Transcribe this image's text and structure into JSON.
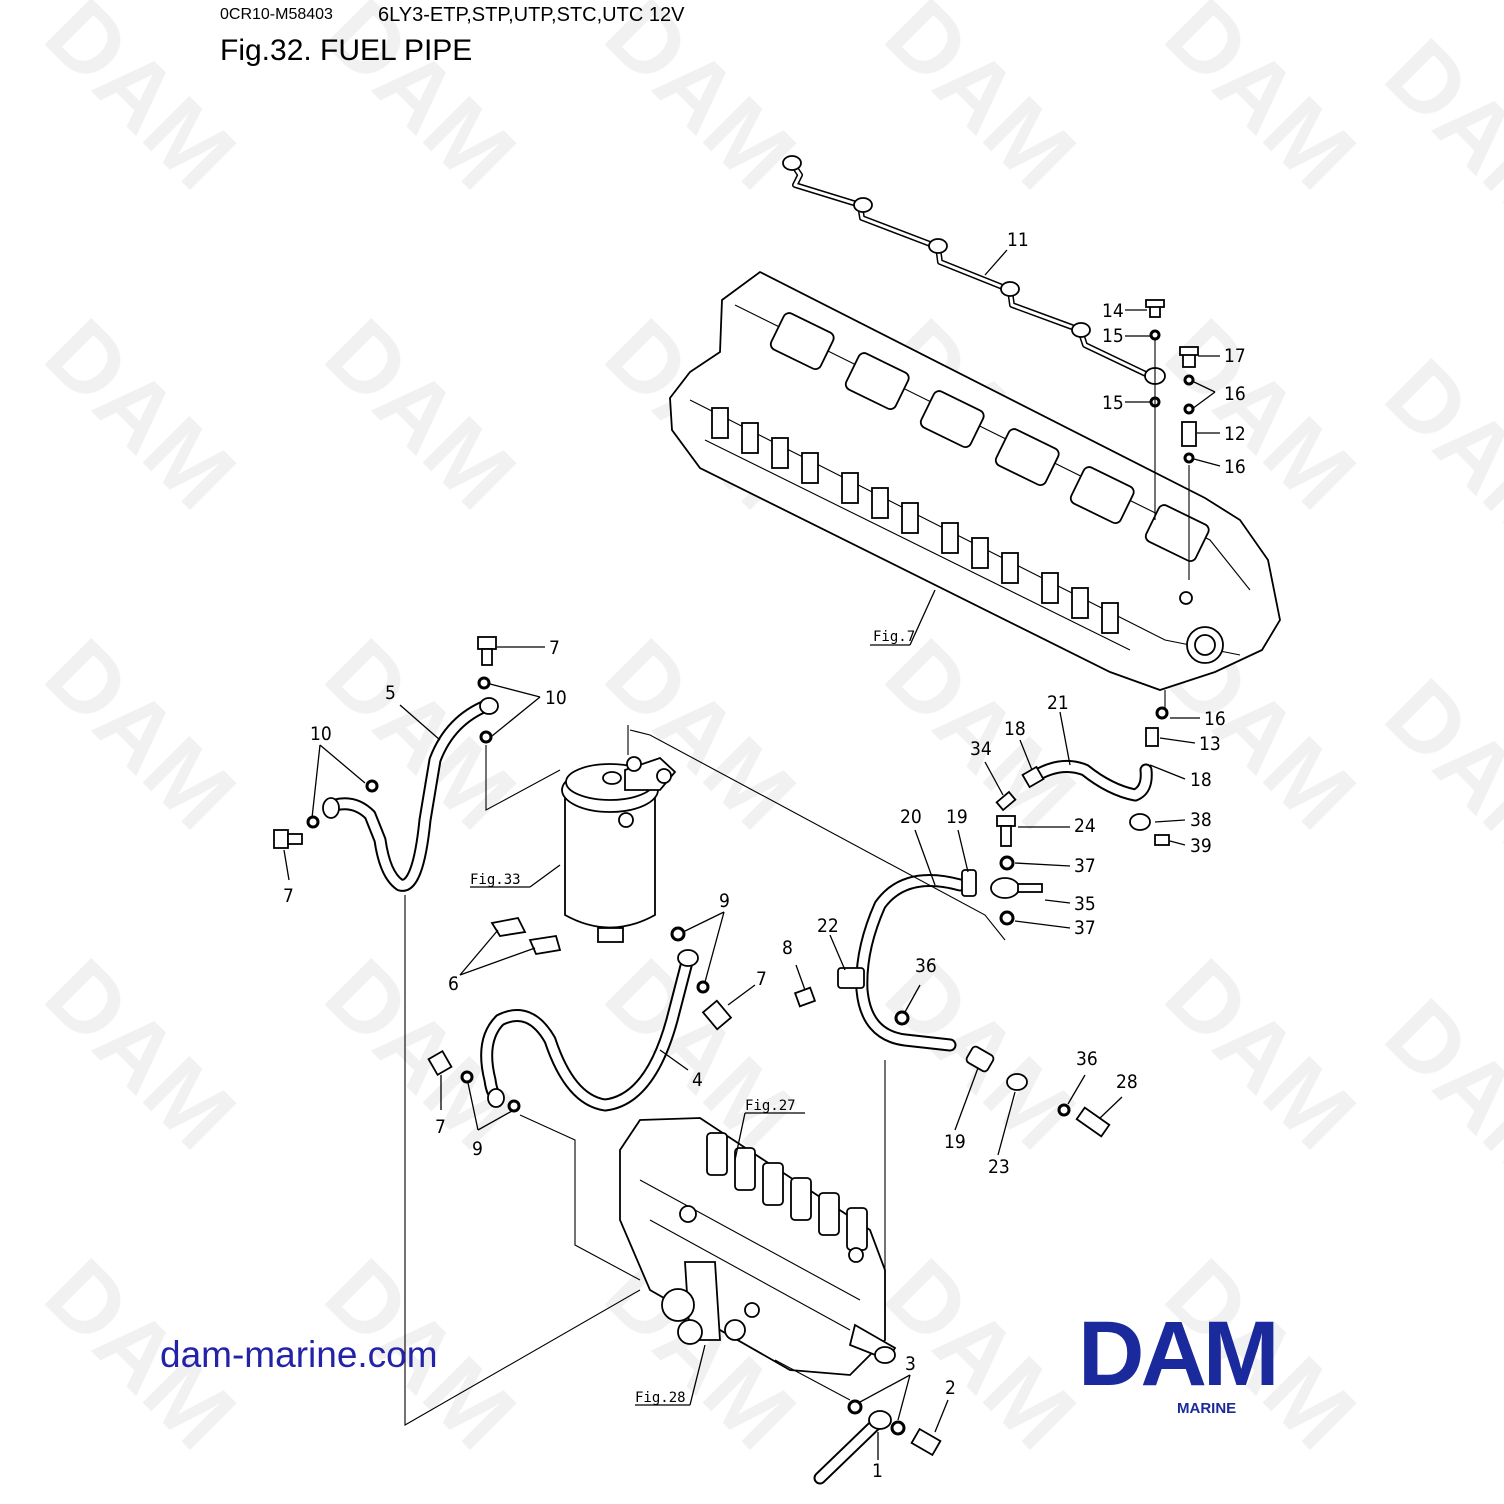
{
  "header": {
    "doc_code": "0CR10-M58403",
    "model": "6LY3-ETP,STP,UTP,STC,UTC 12V",
    "fig_title": "Fig.32.  FUEL PIPE"
  },
  "footer": {
    "website": "dam-marine.com"
  },
  "logo": {
    "main": "DAM",
    "sub": "MARINE",
    "color": "#1a2a9c"
  },
  "watermark": "DAM",
  "figure_refs": {
    "fig7": "Fig.7",
    "fig33": "Fig.33",
    "fig27": "Fig.27",
    "fig28": "Fig.28"
  },
  "callouts": {
    "c1": "1",
    "c2": "2",
    "c3": "3",
    "c4": "4",
    "c5": "5",
    "c6": "6",
    "c7a": "7",
    "c7b": "7",
    "c7c": "7",
    "c7d": "7",
    "c8": "8",
    "c9a": "9",
    "c9b": "9",
    "c10a": "10",
    "c10b": "10",
    "c11": "11",
    "c12": "12",
    "c13": "13",
    "c14": "14",
    "c15a": "15",
    "c15b": "15",
    "c16a": "16",
    "c16b": "16",
    "c16c": "16",
    "c17": "17",
    "c18a": "18",
    "c18b": "18",
    "c19a": "19",
    "c19b": "19",
    "c20": "20",
    "c21": "21",
    "c22": "22",
    "c23": "23",
    "c24": "24",
    "c28": "28",
    "c34": "34",
    "c35": "35",
    "c36a": "36",
    "c36b": "36",
    "c37a": "37",
    "c37b": "37",
    "c38": "38",
    "c39": "39"
  }
}
